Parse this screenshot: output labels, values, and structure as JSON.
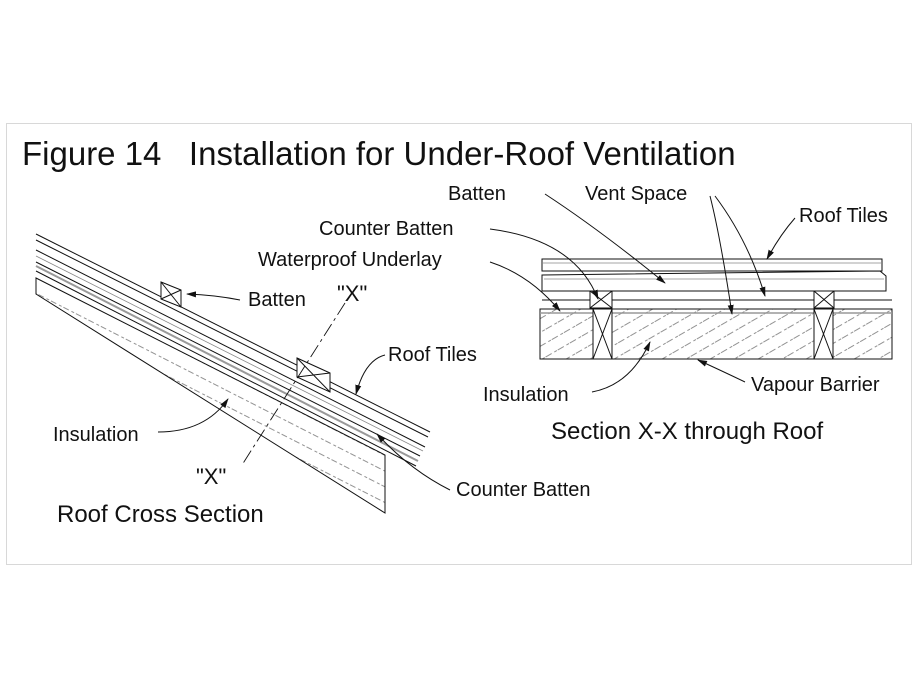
{
  "title": "Figure 14   Installation for Under-Roof Ventilation",
  "left": {
    "caption": "Roof Cross Section",
    "section_mark_top": "\"X\"",
    "section_mark_bottom": "\"X\"",
    "labels": {
      "batten": "Batten",
      "roof_tiles": "Roof Tiles",
      "insulation": "Insulation",
      "counter_batten": "Counter Batten"
    }
  },
  "right": {
    "caption": "Section X-X through Roof",
    "labels": {
      "batten": "Batten",
      "vent_space": "Vent Space",
      "roof_tiles": "Roof Tiles",
      "counter_batten": "Counter Batten",
      "waterproof_underlay": "Waterproof Underlay",
      "insulation": "Insulation",
      "vapour_barrier": "Vapour Barrier"
    }
  },
  "colors": {
    "ink": "#111111",
    "frame": "#d8d8d8",
    "background": "#ffffff"
  }
}
